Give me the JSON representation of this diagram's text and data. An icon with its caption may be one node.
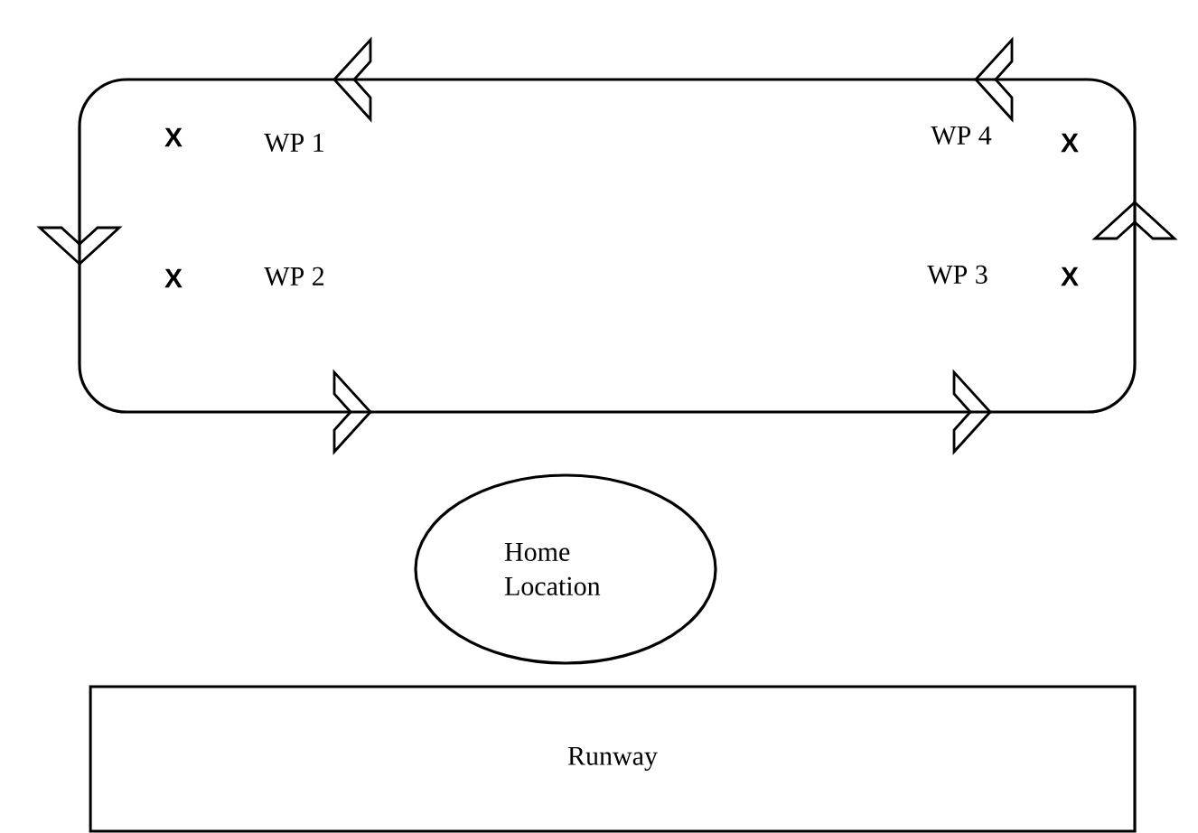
{
  "diagram": {
    "nodes": [
      {
        "text": [
          "Home Location"
        ]
      },
      {
        "text": [
          "Runway"
        ]
      }
    ],
    "labels": [
      "X",
      "WP 1",
      "WP 4",
      "X",
      "X",
      "WP 2",
      "WP 3",
      "X"
    ]
  }
}
